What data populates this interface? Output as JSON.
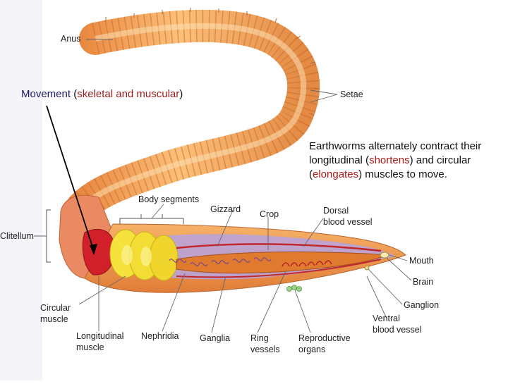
{
  "labels": {
    "anus": "Anus",
    "setae": "Setae",
    "clitellum": "Clitellum",
    "body_segments": "Body segments",
    "gizzard": "Gizzard",
    "crop": "Crop",
    "dorsal_vessel_1": "Dorsal",
    "dorsal_vessel_2": "blood vessel",
    "mouth": "Mouth",
    "brain": "Brain",
    "ganglion": "Ganglion",
    "ventral_vessel_1": "Ventral",
    "ventral_vessel_2": "blood vessel",
    "circular_muscle_1": "Circular",
    "circular_muscle_2": "muscle",
    "longitudinal_muscle_1": "Longitudinal",
    "longitudinal_muscle_2": "muscle",
    "nephridia": "Nephridia",
    "ganglia": "Ganglia",
    "ring_vessels_1": "Ring",
    "ring_vessels_2": "vessels",
    "reproductive_organs_1": "Reproductive",
    "reproductive_organs_2": "organs"
  },
  "title": {
    "main": "Movement",
    "paren_open": " (",
    "detail": "skeletal and muscular",
    "paren_close": ")"
  },
  "description": {
    "part1": "Earthworms alternately contract their longitudinal (",
    "shortens": "shortens",
    "part2": ") and circular (",
    "elongates": "elongates",
    "part3": ") muscles to move."
  },
  "colors": {
    "worm_body": "#f2a45a",
    "worm_dark": "#d9783a",
    "clitellum": "#e8825f",
    "muscle_red": "#d1202a",
    "circular_yellow": "#f5e23c",
    "interior_purple": "#b9a3d8",
    "gut_orange": "#e07a2e",
    "highlight_red": "#b01818"
  }
}
